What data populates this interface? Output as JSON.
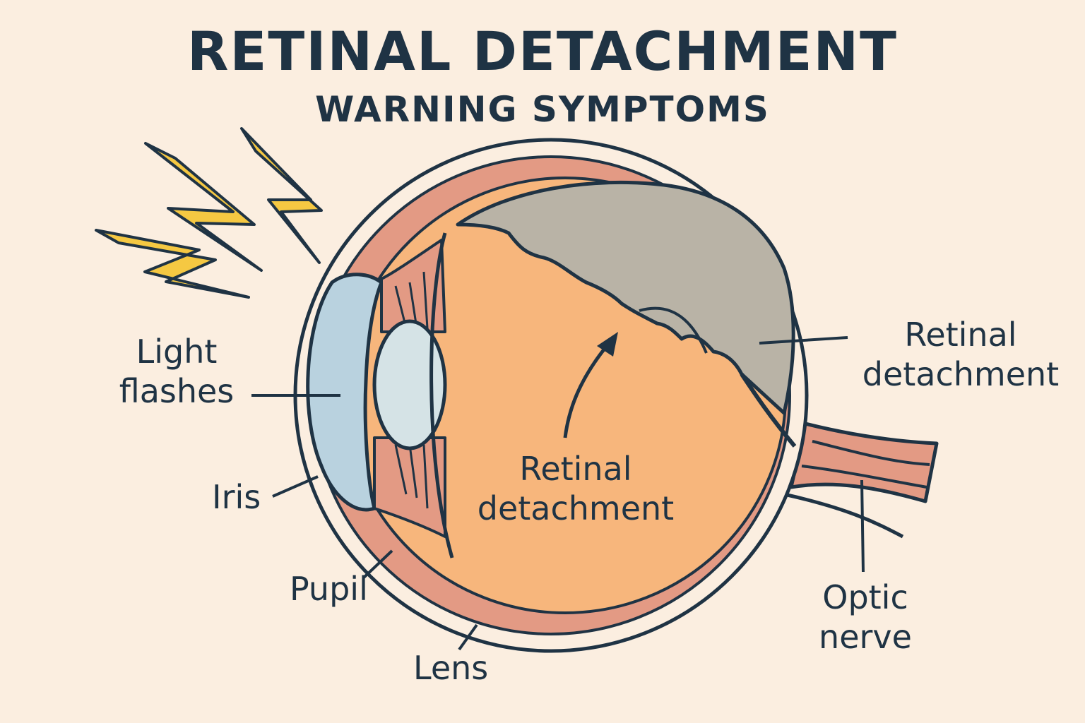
{
  "title": "RETINAL DETACHMENT",
  "subtitle": "WARNING SYMPTOMS",
  "labels": {
    "light_flashes_line1": "Light",
    "light_flashes_line2": "flashes",
    "iris": "Iris",
    "pupil": "Pupil",
    "lens": "Lens",
    "retinal_detachment_center_line1": "Retinal",
    "retinal_detachment_center_line2": "detachment",
    "retinal_detachment_right_line1": "Retinal",
    "retinal_detachment_right_line2": "detachment",
    "optic_nerve_line1": "Optic",
    "optic_nerve_line2": "nerve"
  },
  "colors": {
    "background": "#fbeee0",
    "outline": "#1f3344",
    "vitreous": "#f7b67c",
    "detached_area": "#b9b3a6",
    "choroid": "#e39a84",
    "cornea": "#b9d2df",
    "lens": "#d5e3e6",
    "flash": "#f5c842"
  },
  "icons": [
    "lightning-bolt-icon",
    "lightning-bolt-icon",
    "lightning-bolt-icon"
  ]
}
